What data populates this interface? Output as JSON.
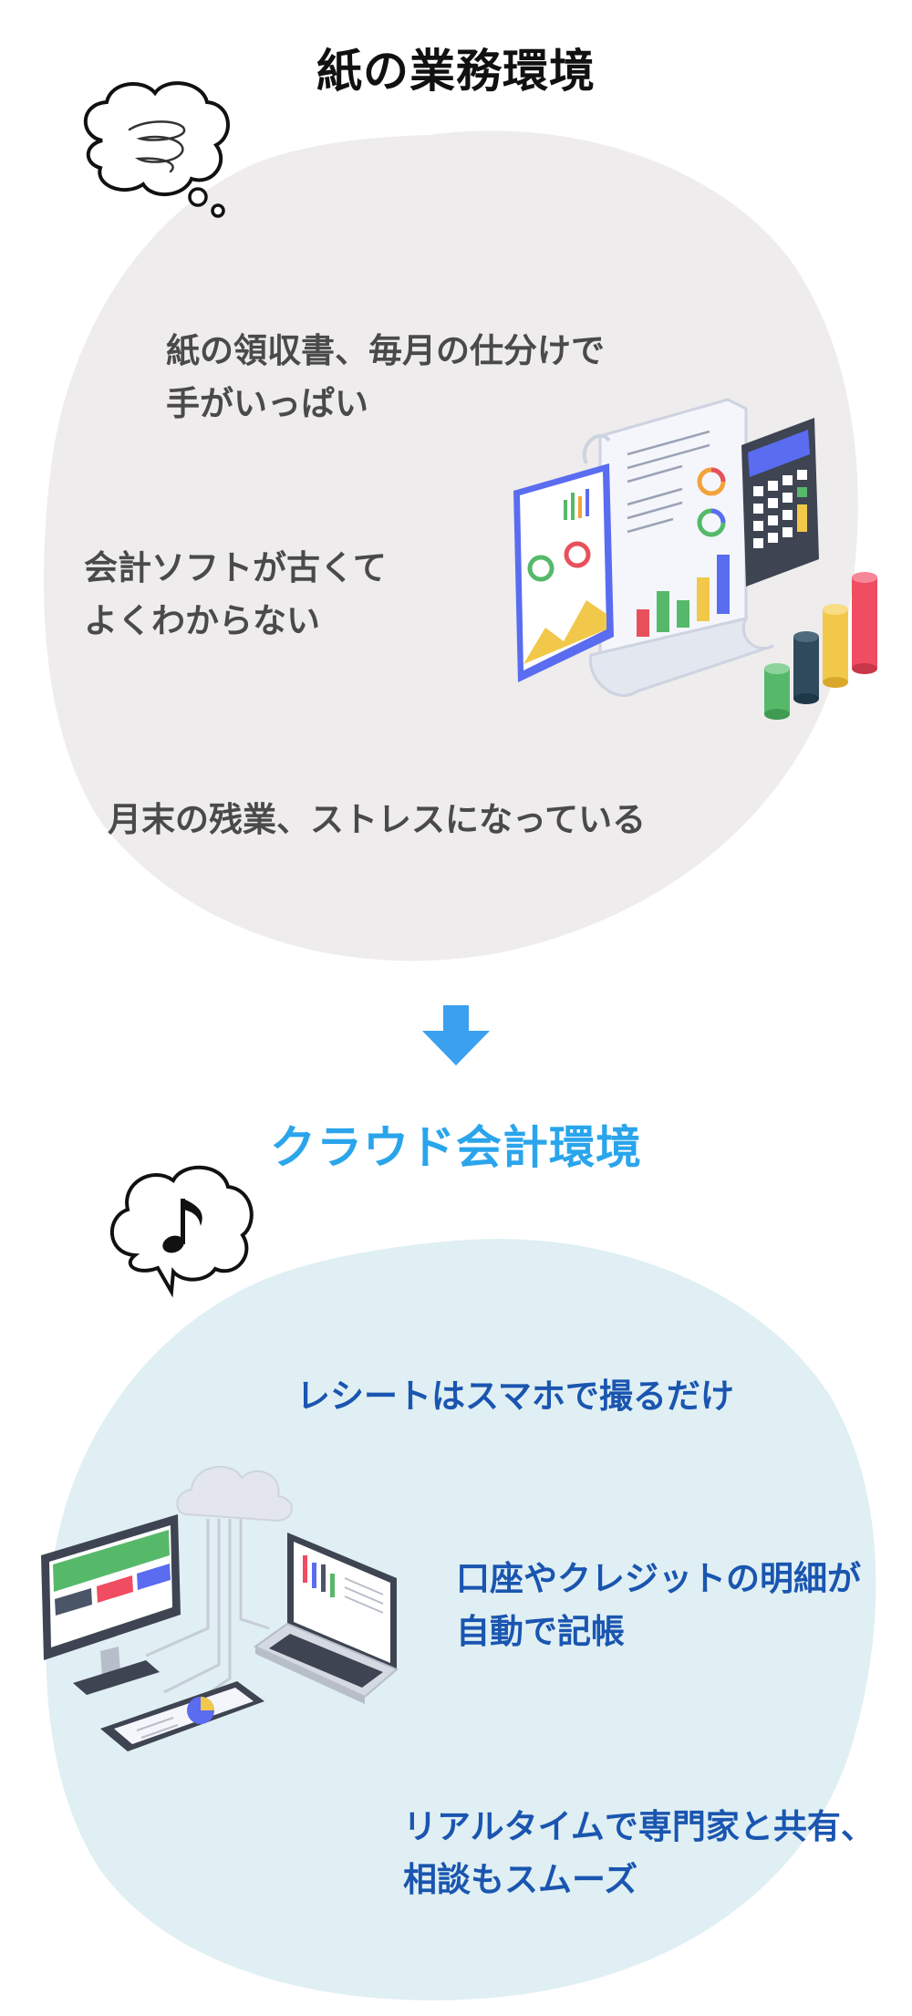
{
  "paper_section": {
    "title": "紙の業務環境",
    "title_color": "#111111",
    "bg_color": "#eeecec",
    "bubble_icon": "swirl-thought-icon",
    "items": [
      {
        "lines": [
          "紙の領収書、毎月の仕分けで",
          "手がいっぱい"
        ]
      },
      {
        "lines": [
          "会計ソフトが古くて",
          "よくわからない"
        ]
      },
      {
        "lines": [
          "月末の残業、ストレスになっている"
        ]
      }
    ]
  },
  "arrow": {
    "icon": "arrow-down-icon",
    "color": "#3aa0ef"
  },
  "cloud_section": {
    "title": "クラウド会計環境",
    "title_color": "#2aa5ec",
    "bg_color": "#dfeff3",
    "bubble_icon": "music-note-icon",
    "text_color": "#1a55b0",
    "items": [
      {
        "lines": [
          "レシートはスマホで撮るだけ"
        ]
      },
      {
        "lines": [
          "口座やクレジットの明細が",
          "自動で記帳"
        ]
      },
      {
        "lines": [
          "リアルタイムで専門家と共有、",
          "相談もスムーズ"
        ]
      }
    ]
  }
}
